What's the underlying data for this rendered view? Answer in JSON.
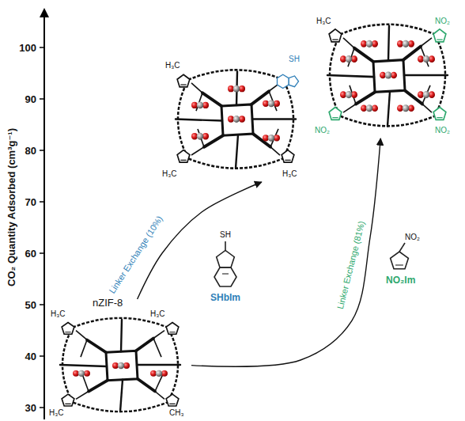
{
  "diagram": {
    "nodes": [
      {
        "text": [
          "nZIF-8",
          "H₃C",
          "H₃C",
          "H₃C",
          "CH₃"
        ]
      },
      {
        "text": [
          "H₃C",
          "SH",
          "H₃C",
          "H₃C"
        ]
      },
      {
        "text": [
          "H₃C",
          "NO₂",
          "NO₂",
          "NO₂"
        ]
      },
      {
        "text": [
          "SH",
          "SHbIm"
        ]
      },
      {
        "text": [
          "NO₂",
          "NO₂Im"
        ]
      }
    ],
    "edges": [
      {
        "from": 0,
        "to": 1,
        "arrow": "to",
        "label": "Linker Exchange (10%)"
      },
      {
        "from": 0,
        "to": 2,
        "arrow": "to",
        "label": "Linker Exchange (81%)"
      }
    ],
    "labels": [
      "CO₂ Quantity Adsorbed (cm³g⁻¹)",
      "100",
      "90",
      "80",
      "70",
      "60",
      "50",
      "40",
      "30"
    ]
  }
}
